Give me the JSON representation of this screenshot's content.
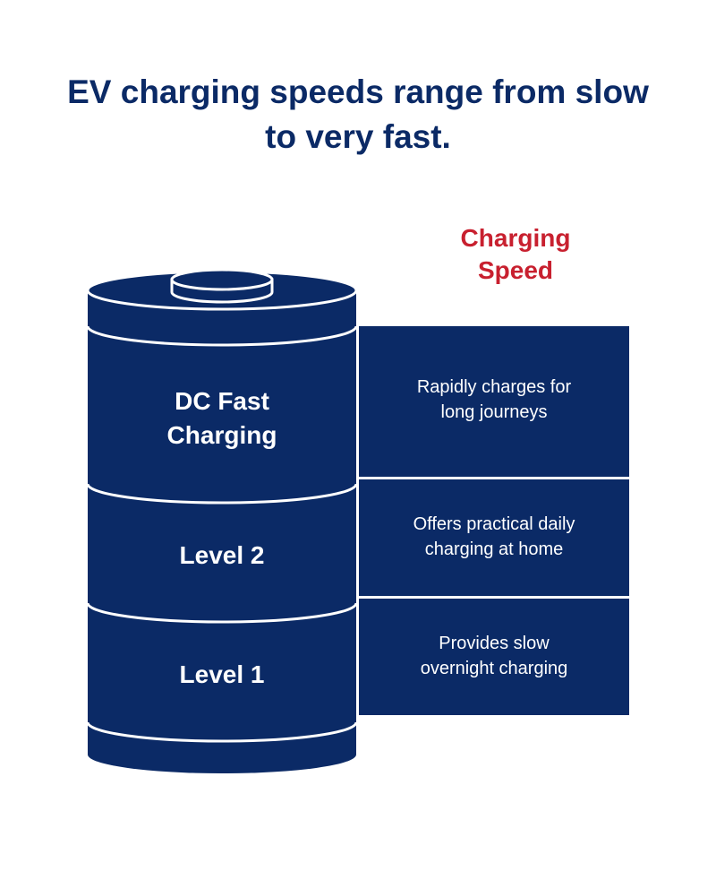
{
  "title": {
    "line1": "EV charging speeds range from slow",
    "line2": "to very fast."
  },
  "speed_heading": {
    "line1": "Charging",
    "line2": "Speed"
  },
  "levels": [
    {
      "label_line1": "DC Fast",
      "label_line2": "Charging",
      "desc_line1": "Rapidly charges for",
      "desc_line2": "long journeys"
    },
    {
      "label_line1": "Level 2",
      "desc_line1": "Offers practical daily",
      "desc_line2": "charging at home"
    },
    {
      "label_line1": "Level 1",
      "desc_line1": "Provides slow",
      "desc_line2": "overnight charging"
    }
  ],
  "colors": {
    "navy": "#0b2a66",
    "red": "#c8202f",
    "white": "#ffffff"
  },
  "icons": {
    "battery": "battery-icon"
  }
}
